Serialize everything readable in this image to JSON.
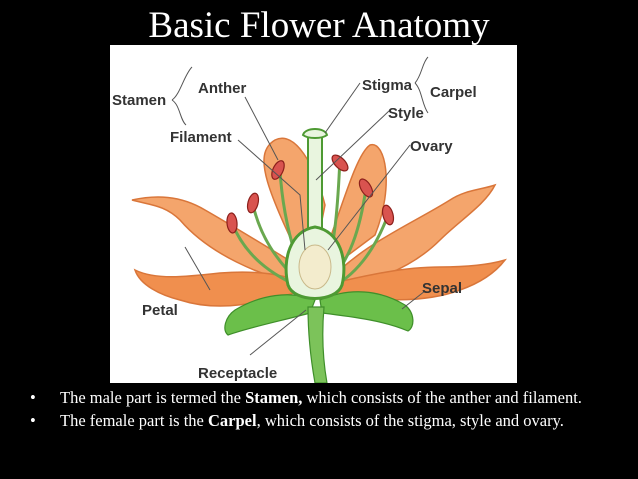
{
  "title": "Basic Flower Anatomy",
  "diagram": {
    "labels": {
      "stamen": "Stamen",
      "anther": "Anther",
      "filament": "Filament",
      "stigma": "Stigma",
      "carpel": "Carpel",
      "style": "Style",
      "ovary": "Ovary",
      "petal": "Petal",
      "sepal": "Sepal",
      "receptacle": "Receptacle"
    },
    "colors": {
      "petal": "#f4a56c",
      "petal_edge": "#d9763a",
      "sepal": "#6bbf4a",
      "anther": "#d9534f",
      "filament": "#6aa84f",
      "ovule": "#f3eccd"
    }
  },
  "bullets": [
    {
      "marker": "•",
      "pre": "The  male part is termed the ",
      "bold": "Stamen,",
      "post": " which consists of the anther and filament."
    },
    {
      "marker": "•",
      "pre": "The female part is the ",
      "bold": "Carpel",
      "post": ", which consists of the stigma, style and ovary."
    }
  ]
}
